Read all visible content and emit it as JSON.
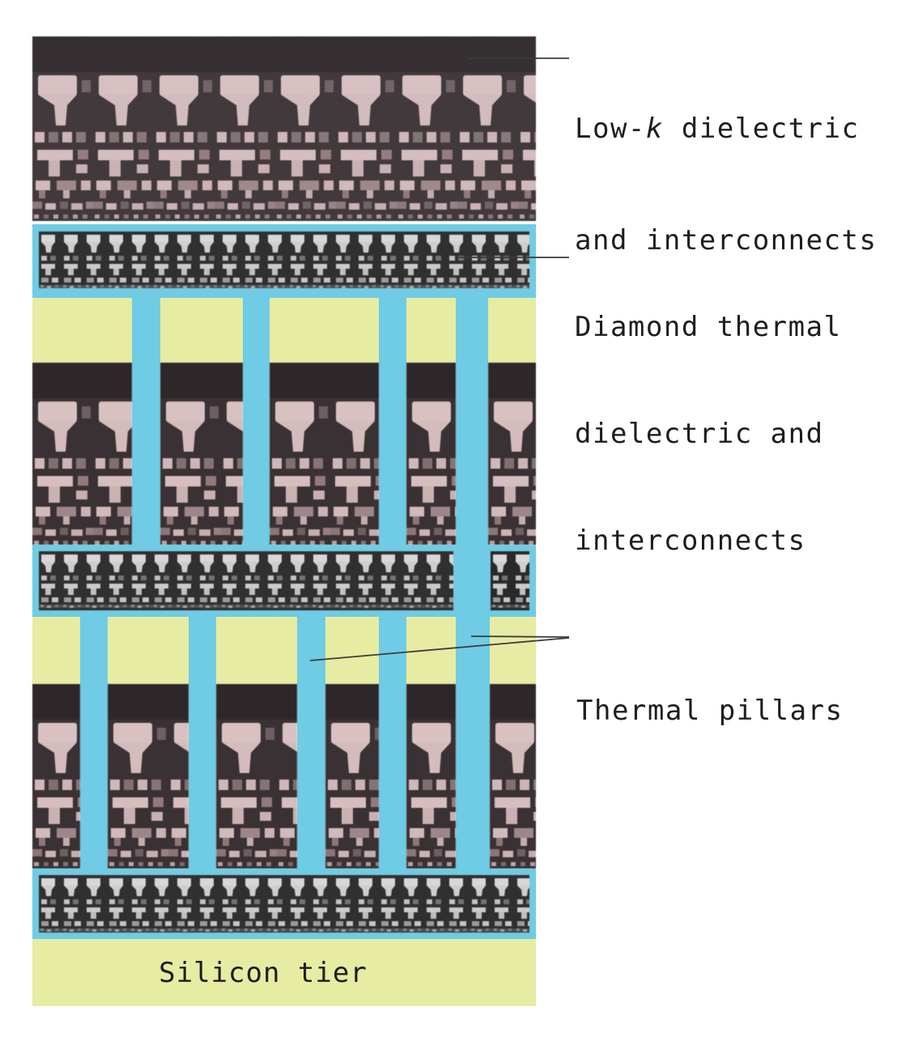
{
  "colors": {
    "background": "#ffffff",
    "thermal_pillar_cyan": "#6fcce4",
    "tier_yellow": "#e7eca3",
    "micrograph_dark": "#362f31",
    "micrograph_metal_pink": "#d9c1c2",
    "strip_micrograph_dark": "#2b292b",
    "strip_metal_gray": "#d6d6d6",
    "label_text": "#1d1d1d",
    "callout_line": "#3c3c3c"
  },
  "figure": {
    "layers_top_to_bottom": [
      "Low-k dielectric and interconnects micrograph tier",
      "Diamond thermal dielectric and interconnects strip",
      "Device tier columns with thermal pillars",
      "Diamond thermal dielectric and interconnects strip",
      "Device tier columns with thermal pillars",
      "Diamond thermal dielectric and interconnects strip",
      "Silicon tier"
    ]
  },
  "annotations": {
    "low_k": {
      "pre": "Low-",
      "k": "k",
      "post": " dielectric",
      "line2": "and interconnects"
    },
    "diamond": {
      "line1": "Diamond thermal",
      "line2": "dielectric and",
      "line3": "interconnects"
    },
    "thermal_pillars": {
      "label": "Thermal pillars"
    },
    "silicon_tier": {
      "label": "Silicon tier"
    }
  }
}
